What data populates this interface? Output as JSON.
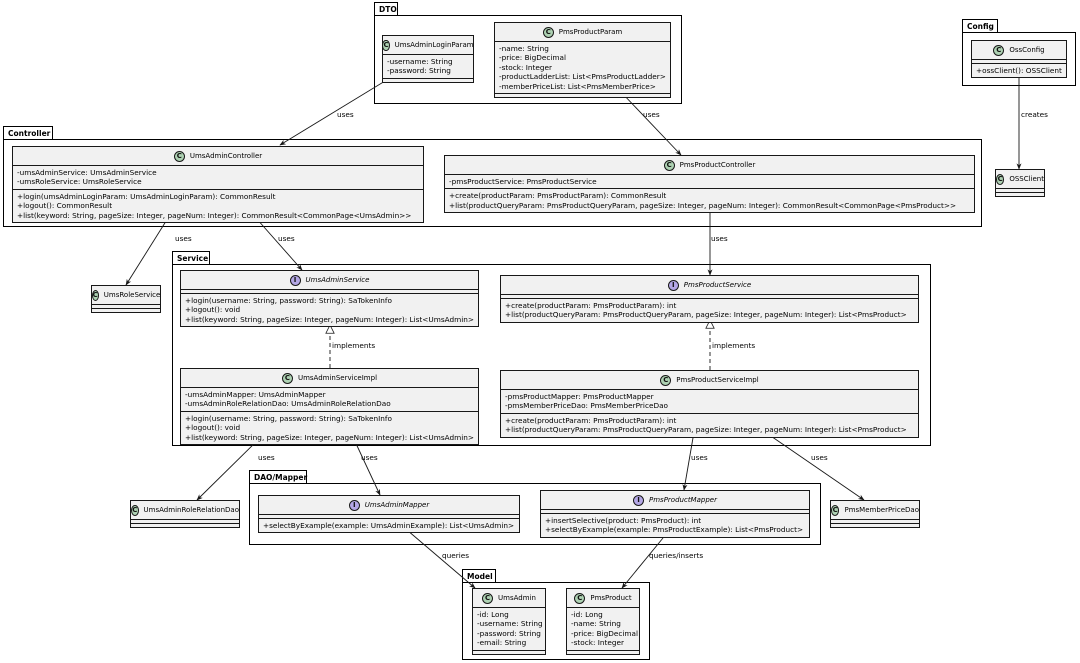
{
  "packages": {
    "dto": "DTO",
    "controller": "Controller",
    "service": "Service",
    "dao": "DAO/Mapper",
    "model": "Model",
    "config": "Config"
  },
  "classes": {
    "ums_admin_login_param": {
      "name": "UmsAdminLoginParam",
      "kind": "C",
      "fields": [
        "-username: String",
        "-password: String"
      ],
      "methods": []
    },
    "pms_product_param": {
      "name": "PmsProductParam",
      "kind": "C",
      "fields": [
        "-name: String",
        "-price: BigDecimal",
        "-stock: Integer",
        "-productLadderList: List<PmsProductLadder>",
        "-memberPriceList: List<PmsMemberPrice>"
      ],
      "methods": []
    },
    "oss_config": {
      "name": "OssConfig",
      "kind": "C",
      "fields": [],
      "methods": [
        "+ossClient(): OSSClient"
      ]
    },
    "oss_client": {
      "name": "OSSClient",
      "kind": "C",
      "fields": [],
      "methods": []
    },
    "ums_admin_controller": {
      "name": "UmsAdminController",
      "kind": "C",
      "fields": [
        "-umsAdminService: UmsAdminService",
        "-umsRoleService: UmsRoleService"
      ],
      "methods": [
        "+login(umsAdminLoginParam: UmsAdminLoginParam): CommonResult",
        "+logout(): CommonResult",
        "+list(keyword: String, pageSize: Integer, pageNum: Integer): CommonResult<CommonPage<UmsAdmin>>"
      ]
    },
    "pms_product_controller": {
      "name": "PmsProductController",
      "kind": "C",
      "fields": [
        "-pmsProductService: PmsProductService"
      ],
      "methods": [
        "+create(productParam: PmsProductParam): CommonResult",
        "+list(productQueryParam: PmsProductQueryParam, pageSize: Integer, pageNum: Integer): CommonResult<CommonPage<PmsProduct>>"
      ]
    },
    "ums_role_service": {
      "name": "UmsRoleService",
      "kind": "C",
      "fields": [],
      "methods": []
    },
    "ums_admin_service": {
      "name": "UmsAdminService",
      "kind": "I",
      "fields": [],
      "methods": [
        "+login(username: String, password: String): SaTokenInfo",
        "+logout(): void",
        "+list(keyword: String, pageSize: Integer, pageNum: Integer): List<UmsAdmin>"
      ]
    },
    "pms_product_service": {
      "name": "PmsProductService",
      "kind": "I",
      "fields": [],
      "methods": [
        "+create(productParam: PmsProductParam): int",
        "+list(productQueryParam: PmsProductQueryParam, pageSize: Integer, pageNum: Integer): List<PmsProduct>"
      ]
    },
    "ums_admin_service_impl": {
      "name": "UmsAdminServiceImpl",
      "kind": "C",
      "fields": [
        "-umsAdminMapper: UmsAdminMapper",
        "-umsAdminRoleRelationDao: UmsAdminRoleRelationDao"
      ],
      "methods": [
        "+login(username: String, password: String): SaTokenInfo",
        "+logout(): void",
        "+list(keyword: String, pageSize: Integer, pageNum: Integer): List<UmsAdmin>"
      ]
    },
    "pms_product_service_impl": {
      "name": "PmsProductServiceImpl",
      "kind": "C",
      "fields": [
        "-pmsProductMapper: PmsProductMapper",
        "-pmsMemberPriceDao: PmsMemberPriceDao"
      ],
      "methods": [
        "+create(productParam: PmsProductParam): int",
        "+list(productQueryParam: PmsProductQueryParam, pageSize: Integer, pageNum: Integer): List<PmsProduct>"
      ]
    },
    "ums_admin_role_relation_dao": {
      "name": "UmsAdminRoleRelationDao",
      "kind": "C",
      "fields": [],
      "methods": []
    },
    "ums_admin_mapper": {
      "name": "UmsAdminMapper",
      "kind": "I",
      "fields": [],
      "methods": [
        "+selectByExample(example: UmsAdminExample): List<UmsAdmin>"
      ]
    },
    "pms_product_mapper": {
      "name": "PmsProductMapper",
      "kind": "I",
      "fields": [],
      "methods": [
        "+insertSelective(product: PmsProduct): int",
        "+selectByExample(example: PmsProductExample): List<PmsProduct>"
      ]
    },
    "pms_member_price_dao": {
      "name": "PmsMemberPriceDao",
      "kind": "C",
      "fields": [],
      "methods": []
    },
    "ums_admin": {
      "name": "UmsAdmin",
      "kind": "C",
      "fields": [
        "-id: Long",
        "-username: String",
        "-password: String",
        "-email: String"
      ],
      "methods": []
    },
    "pms_product": {
      "name": "PmsProduct",
      "kind": "C",
      "fields": [
        "-id: Long",
        "-name: String",
        "-price: BigDecimal",
        "-stock: Integer"
      ],
      "methods": []
    }
  },
  "relations": [
    {
      "id": "r1",
      "label": "uses"
    },
    {
      "id": "r2",
      "label": "uses"
    },
    {
      "id": "r3",
      "label": "creates"
    },
    {
      "id": "r4",
      "label": "uses"
    },
    {
      "id": "r5",
      "label": "uses"
    },
    {
      "id": "r6",
      "label": "uses"
    },
    {
      "id": "r7",
      "label": "implements"
    },
    {
      "id": "r8",
      "label": "implements"
    },
    {
      "id": "r9",
      "label": "uses"
    },
    {
      "id": "r10",
      "label": "uses"
    },
    {
      "id": "r11",
      "label": "uses"
    },
    {
      "id": "r12",
      "label": "uses"
    },
    {
      "id": "r13",
      "label": "queries"
    },
    {
      "id": "r14",
      "label": "queries/inserts"
    }
  ],
  "colors": {
    "class_fill": "#f1f1f1",
    "class_badge": "#add1b2",
    "interface_badge": "#b4a7e5",
    "line": "#181818"
  }
}
